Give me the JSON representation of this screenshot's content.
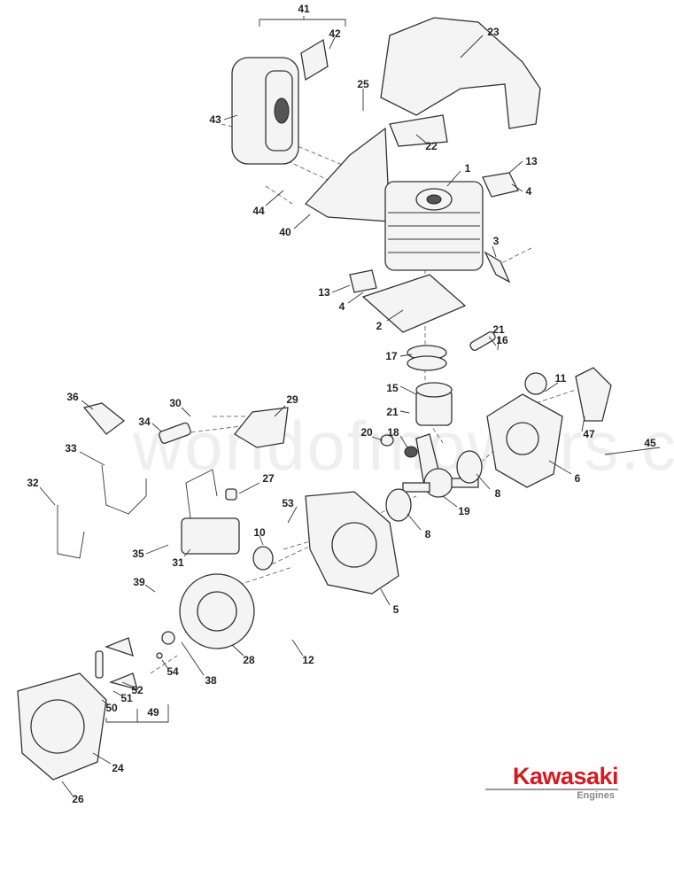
{
  "diagram": {
    "watermark": "worldofmowers.co.uk",
    "labels": [
      "41",
      "42",
      "23",
      "25",
      "43",
      "22",
      "13",
      "1",
      "4",
      "44",
      "40",
      "3",
      "13",
      "4",
      "2",
      "16",
      "21",
      "17",
      "15",
      "11",
      "36",
      "30",
      "29",
      "21",
      "34",
      "20",
      "18",
      "47",
      "45",
      "33",
      "8",
      "6",
      "32",
      "27",
      "19",
      "53",
      "35",
      "10",
      "8",
      "31",
      "39",
      "5",
      "28",
      "12",
      "38",
      "54",
      "52",
      "51",
      "50",
      "49",
      "24",
      "26"
    ]
  },
  "logo": {
    "brand": "Kawasaki",
    "sub": "Engines",
    "brand_color": "#d71920"
  }
}
